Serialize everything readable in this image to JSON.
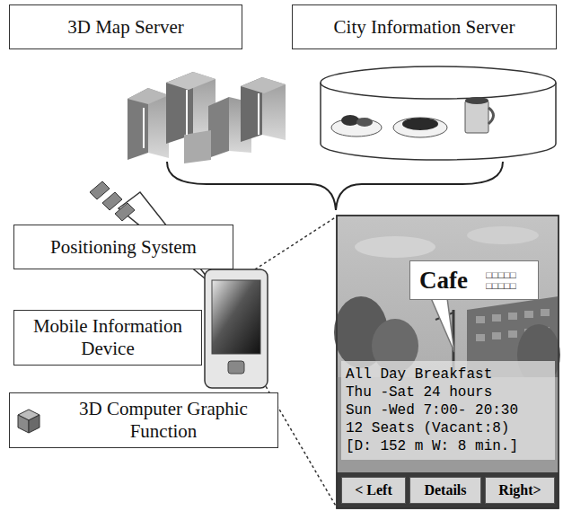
{
  "diagram": {
    "nodes": [
      {
        "text": [
          "3D Map Server"
        ]
      },
      {
        "text": [
          "City Information Server"
        ]
      },
      {
        "text": [
          "Positioning System"
        ]
      },
      {
        "text": [
          "Mobile Information Device"
        ]
      },
      {
        "text": [
          "3D Computer Graphic Function"
        ]
      },
      {
        "text": [
          "Cafe",
          "□□□□□ □□□□□"
        ]
      },
      {
        "text": [
          "All Day Breakfast",
          "Thu -Sat 24 hours",
          "Sun -Wed 7:00- 20:30",
          "12 Seats (Vacant:8)",
          "[D: 152 m W: 8 min.]"
        ]
      },
      {
        "text": [
          "< Left"
        ]
      },
      {
        "text": [
          "Details"
        ]
      },
      {
        "text": [
          "Right>"
        ]
      }
    ]
  }
}
